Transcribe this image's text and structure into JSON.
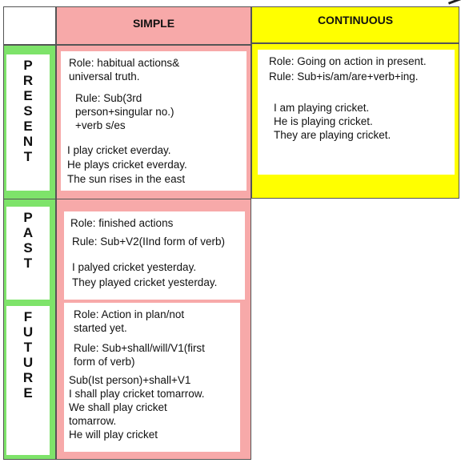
{
  "colors": {
    "green": "#7ee36a",
    "pink": "#f7a9a9",
    "yellow": "#ffff00",
    "border": "#555555"
  },
  "header": {
    "simple": "SIMPLE",
    "continuous": "CONTINUOUS"
  },
  "tenses": {
    "present": {
      "letters": [
        "P",
        "R",
        "E",
        "S",
        "E",
        "N",
        "T"
      ],
      "simple": {
        "role": "Role: habitual actions& universal truth.",
        "rule": "Rule: Sub(3rd person+singular no.) +verb s/es",
        "examples": [
          "I play cricket everday.",
          "He plays cricket everday.",
          "The sun rises in the east"
        ]
      },
      "continuous": {
        "role": "Role: Going on action in present.",
        "rule": "Rule: Sub+is/am/are+verb+ing.",
        "examples": [
          "I am playing cricket.",
          "He is playing cricket.",
          "They are playing cricket."
        ]
      }
    },
    "past": {
      "letters": [
        "P",
        "A",
        "S",
        "T"
      ],
      "simple": {
        "role": "Role: finished actions",
        "rule": "Rule: Sub+V2(IInd form of verb)",
        "examples": [
          "I palyed cricket yesterday.",
          "They played cricket yesterday."
        ]
      }
    },
    "future": {
      "letters": [
        "F",
        "U",
        "T",
        "U",
        "R",
        "E"
      ],
      "simple": {
        "role": "Role: Action in plan/not started yet.",
        "rule": "Rule: Sub+shall/will/V1(first form of verb)",
        "rule2": "Sub(Ist person)+shall+V1",
        "examples": [
          "I shall play cricket tomarrow.",
          "We shall play cricket tomarrow.",
          "He will play cricket"
        ]
      }
    }
  }
}
